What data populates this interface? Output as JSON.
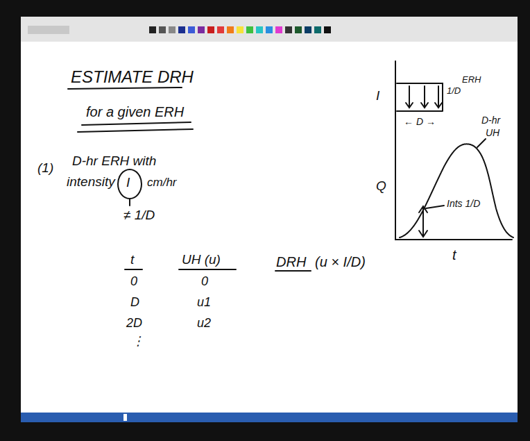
{
  "diagram": {
    "title": "ESTIMATE DRH",
    "labels": [
      "for a given ERH",
      "(1)",
      "D-hr ERH with",
      "intensity",
      "I",
      "cm/hr",
      "≠ 1/D",
      "t",
      "UH (u)",
      "0",
      "0",
      "D",
      "u1",
      "2D",
      "u2",
      "⋮",
      "DRH",
      "(u × I/D)",
      "I",
      "1/D",
      "ERH",
      "← D →",
      "D-hr",
      "UH",
      "Q",
      "Ints 1/D",
      "t"
    ]
  }
}
